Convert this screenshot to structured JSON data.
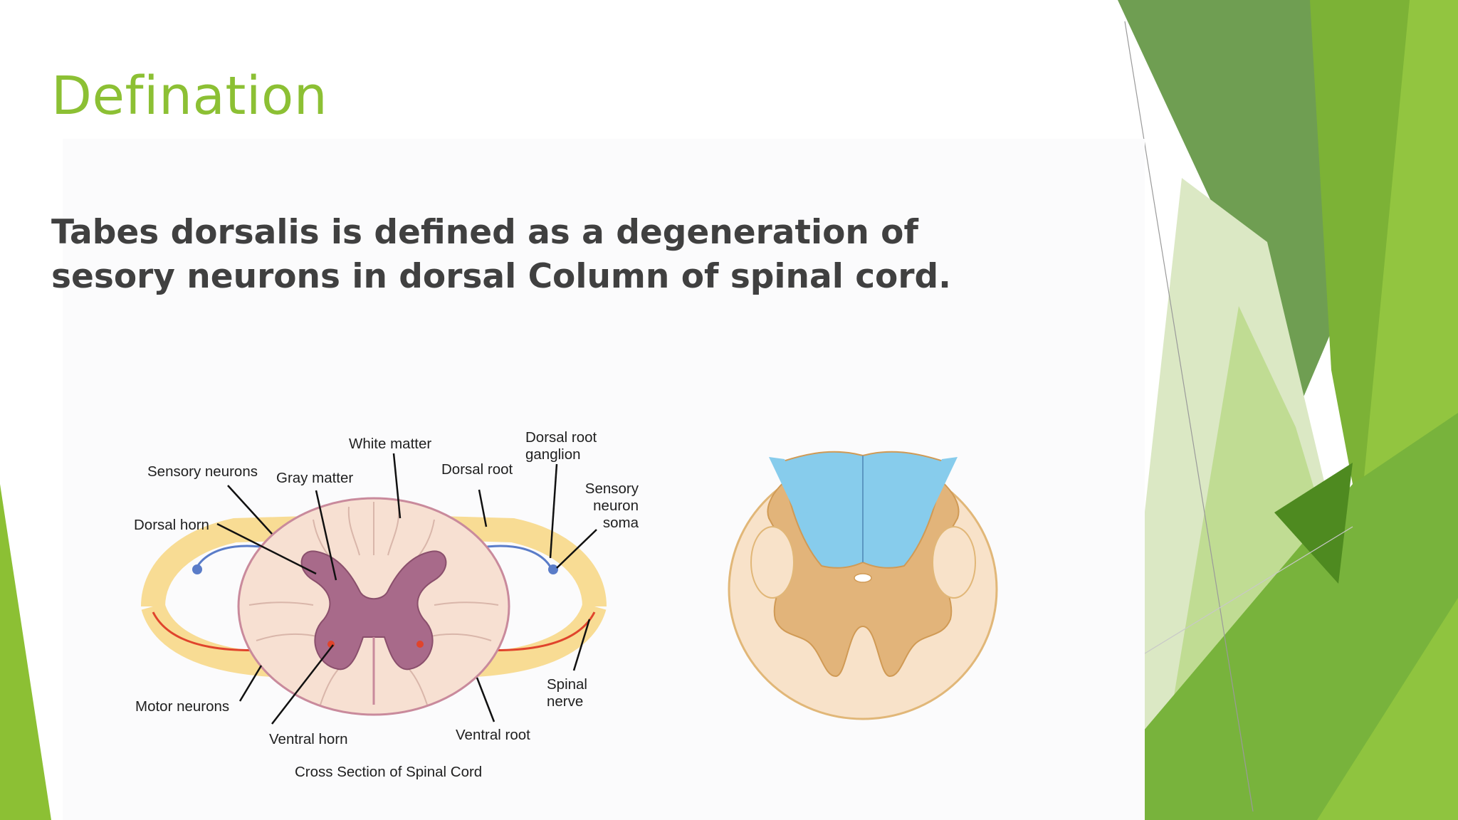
{
  "slide": {
    "title": "Defination",
    "body": "Tabes dorsalis is defined as a degeneration of sesory neurons in dorsal Column of spinal cord."
  },
  "figure_left": {
    "labels": {
      "white_matter": "White matter",
      "dorsal_root_ganglion_1": "Dorsal root",
      "dorsal_root_ganglion_2": "ganglion",
      "sensory_neurons": "Sensory neurons",
      "gray_matter": "Gray matter",
      "dorsal_root": "Dorsal root",
      "sensory_neuron_soma_1": "Sensory",
      "sensory_neuron_soma_2": "neuron",
      "sensory_neuron_soma_3": "soma",
      "dorsal_horn": "Dorsal horn",
      "motor_neurons": "Motor neurons",
      "spinal_nerve_1": "Spinal",
      "spinal_nerve_2": "nerve",
      "ventral_horn": "Ventral horn",
      "ventral_root": "Ventral root"
    },
    "caption": "Cross Section of Spinal Cord"
  },
  "colors": {
    "title_green": "#8cc034",
    "body_text": "#404040",
    "dark_green": "#6a9a48",
    "mid_green": "#78ad35",
    "light_green": "#9ccc45",
    "pale_green": "#dce9c4",
    "gray_matter": "#a86a8a",
    "white_matter": "#f7e0d2",
    "nerve_yellow": "#f8dc94",
    "dorsal_column_blue": "#87ccec",
    "gray_matter_tan": "#e2b47a"
  }
}
